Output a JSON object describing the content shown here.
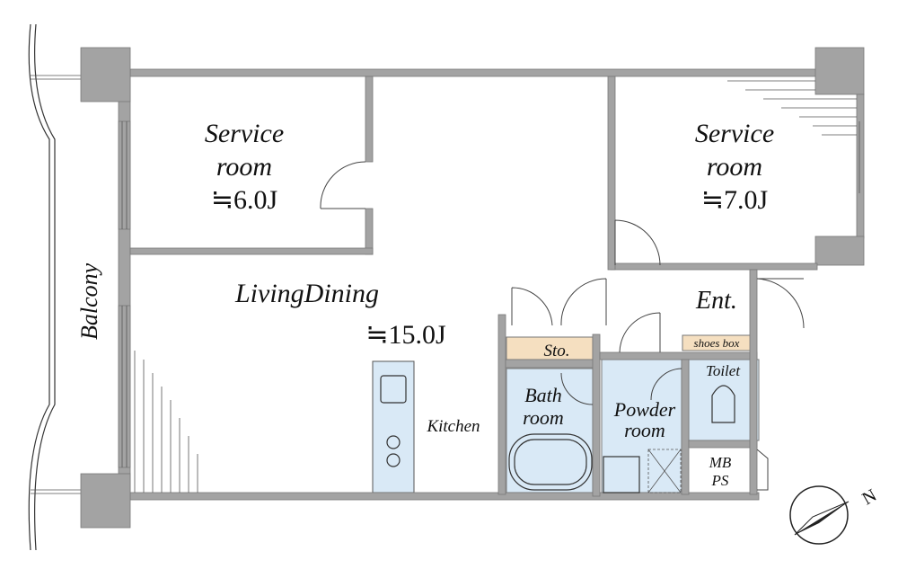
{
  "plan": {
    "rooms": {
      "service_room_1": {
        "line1": "Service",
        "line2": "room",
        "area": "≒6.0J"
      },
      "service_room_2": {
        "line1": "Service",
        "line2": "room",
        "area": "≒7.0J"
      },
      "living_dining": {
        "label": "LivingDining",
        "area": "≒15.0J"
      },
      "kitchen": "Kitchen",
      "storage": "Sto.",
      "bath": {
        "line1": "Bath",
        "line2": "room"
      },
      "powder": {
        "line1": "Powder",
        "line2": "room"
      },
      "toilet": "Toilet",
      "entrance": "Ent.",
      "shoes_box": "shoes box",
      "mbps": {
        "line1": "MB",
        "line2": "PS"
      },
      "balcony": "Balcony"
    },
    "compass_label": "N",
    "colors": {
      "wet_area": "#d9e9f6",
      "storage": "#f5dfc0",
      "wall": "#a3a3a3"
    }
  }
}
